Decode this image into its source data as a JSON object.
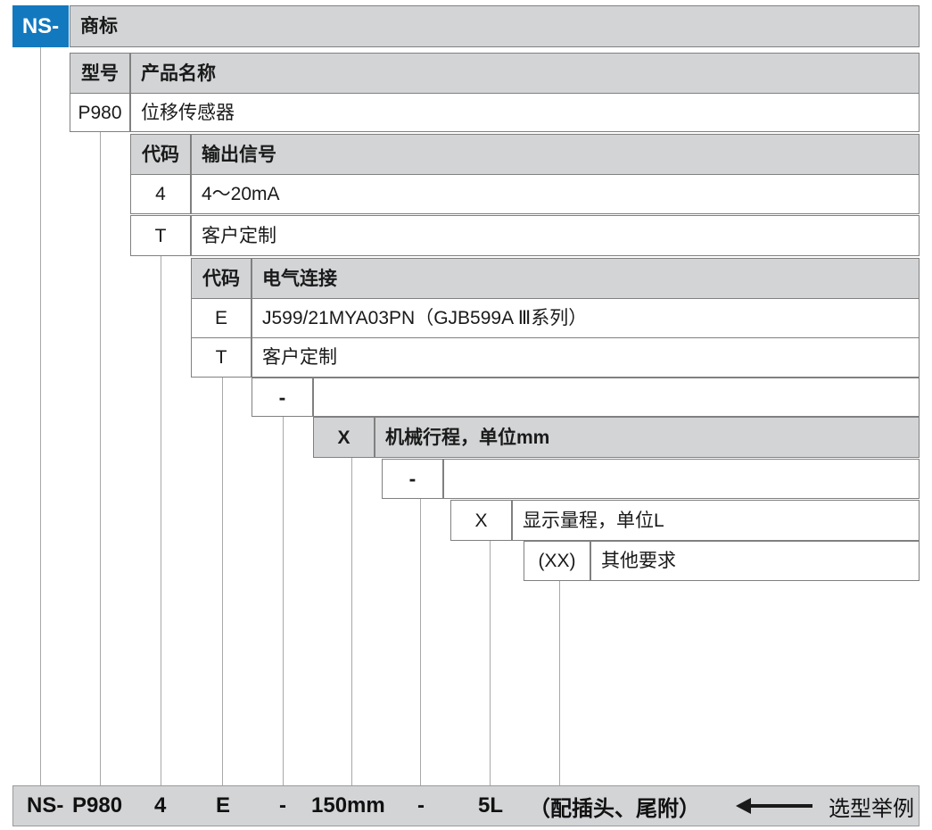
{
  "diagram": {
    "title_brand": "NS-",
    "levels": [
      {
        "id": "brand",
        "header_code": "NS-",
        "header_label": "商标",
        "rows": []
      },
      {
        "id": "model",
        "header_code": "型号",
        "header_label": "产品名称",
        "rows": [
          {
            "code": "P980",
            "label": "位移传感器"
          }
        ]
      },
      {
        "id": "output-signal",
        "header_code": "代码",
        "header_label": "输出信号",
        "rows": [
          {
            "code": "4",
            "label": "4～20mA"
          },
          {
            "code": "T",
            "label": "客户定制"
          }
        ]
      },
      {
        "id": "electrical-connection",
        "header_code": "代码",
        "header_label": "电气连接",
        "rows": [
          {
            "code": "E",
            "label": "J599/21MYA03PN（GJB599A Ⅲ系列）"
          },
          {
            "code": "T",
            "label": "客户定制"
          }
        ]
      },
      {
        "id": "separator-1",
        "header_code": "-",
        "header_label": "",
        "rows": []
      },
      {
        "id": "mechanical-stroke",
        "header_code": "X",
        "header_label": "机械行程，单位mm",
        "rows": []
      },
      {
        "id": "separator-2",
        "header_code": "-",
        "header_label": "",
        "rows": []
      },
      {
        "id": "display-range",
        "header_code": "X",
        "header_label": "显示量程，单位L",
        "rows": []
      },
      {
        "id": "other-requirements",
        "header_code": "(XX)",
        "header_label": "其他要求",
        "rows": []
      }
    ]
  },
  "example_bar": {
    "segments": [
      {
        "name": "brand",
        "text": "NS-"
      },
      {
        "name": "model",
        "text": "P980"
      },
      {
        "name": "output",
        "text": "4"
      },
      {
        "name": "connection",
        "text": "E"
      },
      {
        "name": "dash-1",
        "text": "-"
      },
      {
        "name": "stroke",
        "text": "150mm"
      },
      {
        "name": "dash-2",
        "text": "-"
      },
      {
        "name": "range",
        "text": "5L"
      },
      {
        "name": "other",
        "text": "（配插头、尾附）"
      }
    ],
    "note": "选型举例",
    "arrow_icon": "left-arrow-icon"
  },
  "colors": {
    "brand_blue": "#1279bf",
    "header_gray": "#d2d4d6",
    "border_gray": "#808080",
    "connector_gray": "#a8a8a8",
    "text": "#1a1a1a"
  }
}
